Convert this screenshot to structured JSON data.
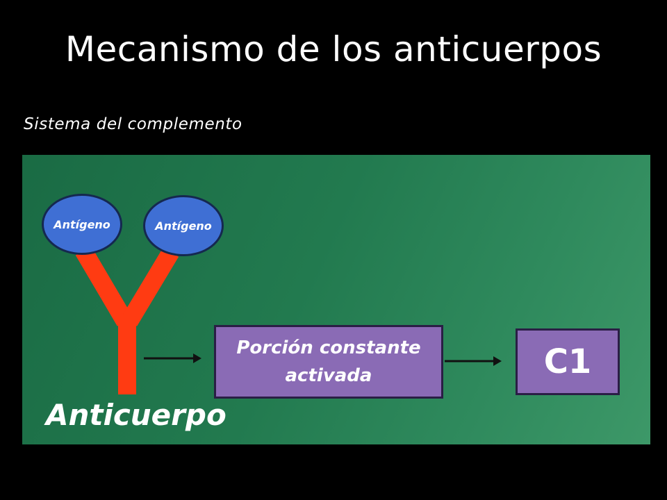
{
  "slide": {
    "title": "Mecanismo de los anticuerpos",
    "subtitle": "Sistema del complemento"
  },
  "diagram": {
    "antigens": [
      {
        "label": "Antígeno"
      },
      {
        "label": "Antígeno"
      }
    ],
    "antibody_label": "Anticuerpo",
    "activated_box": {
      "line1": "Porción constante",
      "line2": "activada"
    },
    "c1_box": {
      "label": "C1"
    },
    "colors": {
      "board": "#227a4f",
      "antibody": "#ff3b12",
      "antigen_fill": "#3f6fd4",
      "box_fill": "#8a6bb5",
      "arrow": "#111111",
      "text": "#ffffff"
    }
  }
}
